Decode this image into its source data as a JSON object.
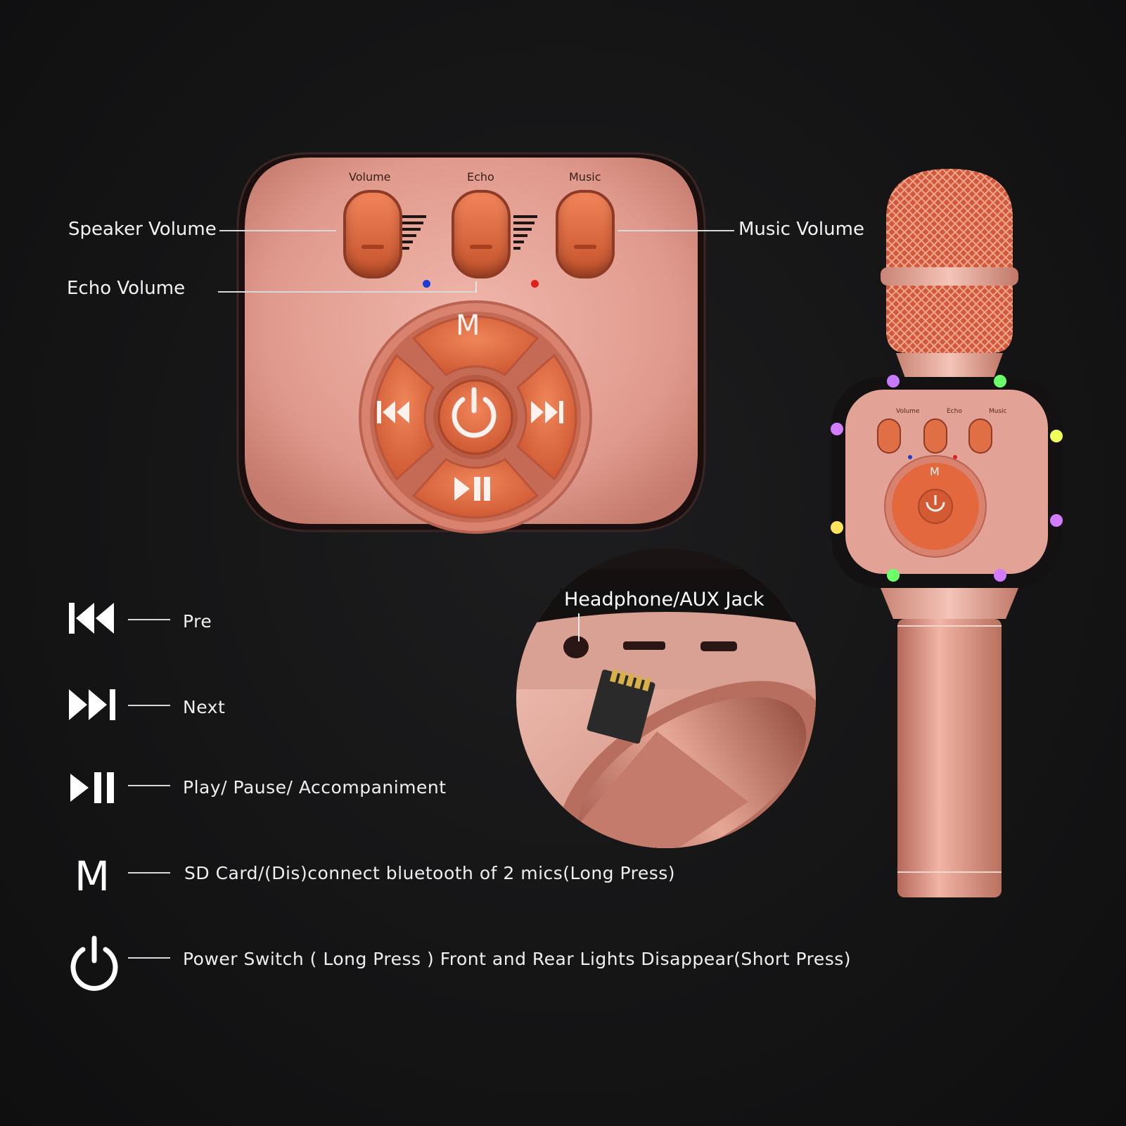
{
  "panel": {
    "slider_labels": [
      "Volume",
      "Echo",
      "Music"
    ],
    "button_m": "M"
  },
  "callouts": {
    "speaker_volume": "Speaker Volume",
    "echo_volume": "Echo Volume",
    "music_volume": "Music Volume",
    "headphone_jack": "Headphone/AUX Jack"
  },
  "legend": [
    {
      "icon": "previous-icon",
      "text": "Pre"
    },
    {
      "icon": "next-icon",
      "text": "Next"
    },
    {
      "icon": "play-pause-icon",
      "text": "Play/ Pause/ Accompaniment"
    },
    {
      "icon": "m-icon",
      "glyph": "M",
      "text": "SD Card/(Dis)connect bluetooth of 2 mics(Long Press)"
    },
    {
      "icon": "power-icon",
      "text": "Power Switch ( Long Press ) Front and Rear Lights Disappear(Short Press)"
    }
  ],
  "colors": {
    "background": "#161617",
    "panel_pink": "#e4a195",
    "button_orange": "#e2683f",
    "text": "#f2f2f2"
  }
}
